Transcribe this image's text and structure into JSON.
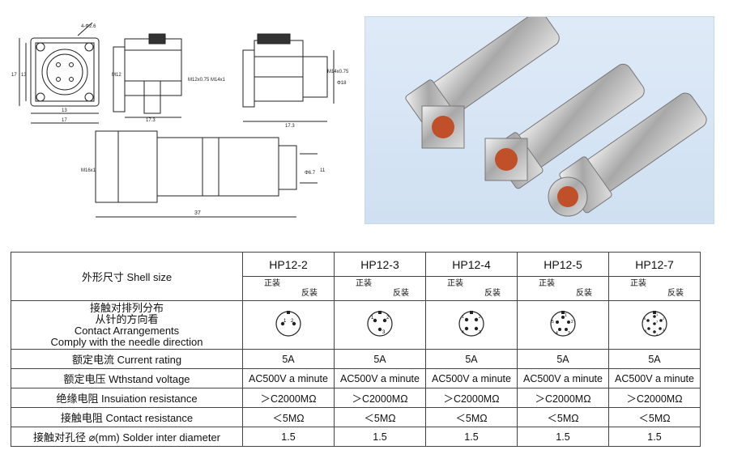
{
  "drawing": {
    "dims_top_view": [
      "4-Φ2.6",
      "17",
      "13",
      "13",
      "17"
    ],
    "dims_side_a": [
      "M12",
      "17.3"
    ],
    "dims_side_b": [
      "M12x0.75",
      "M14x1",
      "17.3"
    ],
    "dims_side_c": [
      "M14x0.75",
      "Φ18",
      "17.3"
    ],
    "dims_plug": [
      "M16x1",
      "Φ6.7",
      "11",
      "37"
    ]
  },
  "table": {
    "header_label": "外形尺寸  Shell size",
    "models": [
      "HP12-2",
      "HP12-3",
      "HP12-4",
      "HP12-5",
      "HP12-7"
    ],
    "sub_a": "正装",
    "sub_b": "反装",
    "rows": [
      {
        "label_lines": [
          "接触对排列分布",
          "从针的方向看",
          "Contact Arrangements",
          "Comply with the needle direction"
        ],
        "type": "pins"
      },
      {
        "label": "额定电流 Current rating",
        "values": [
          "5A",
          "5A",
          "5A",
          "5A",
          "5A"
        ]
      },
      {
        "label": "额定电压 Wthstand voltage",
        "values": [
          "AC500V a minute",
          "AC500V a minute",
          "AC500V a minute",
          "AC500V a minute",
          "AC500V a minute"
        ]
      },
      {
        "label": "绝缘电阻 Insuiation resistance",
        "values": [
          "＞C2000MΩ",
          "＞C2000MΩ",
          "＞C2000MΩ",
          "＞C2000MΩ",
          "＞C2000MΩ"
        ]
      },
      {
        "label": "接触电阻 Contact resistance",
        "values": [
          "＜5MΩ",
          "＜5MΩ",
          "＜5MΩ",
          "＜5MΩ",
          "＜5MΩ"
        ]
      },
      {
        "label": "接触对孔径 ⌀(mm) Solder inter diameter",
        "values": [
          "1.5",
          "1.5",
          "1.5",
          "1.5",
          "1.5"
        ]
      }
    ],
    "pin_labels": [
      [
        "1",
        "2"
      ],
      [
        "1",
        "2",
        "3"
      ],
      [
        "1",
        "2",
        "3",
        "4"
      ],
      [
        "1",
        "2",
        "3",
        "4",
        "5"
      ],
      [
        "1",
        "2",
        "3",
        "4",
        "5",
        "6",
        "7"
      ]
    ]
  }
}
